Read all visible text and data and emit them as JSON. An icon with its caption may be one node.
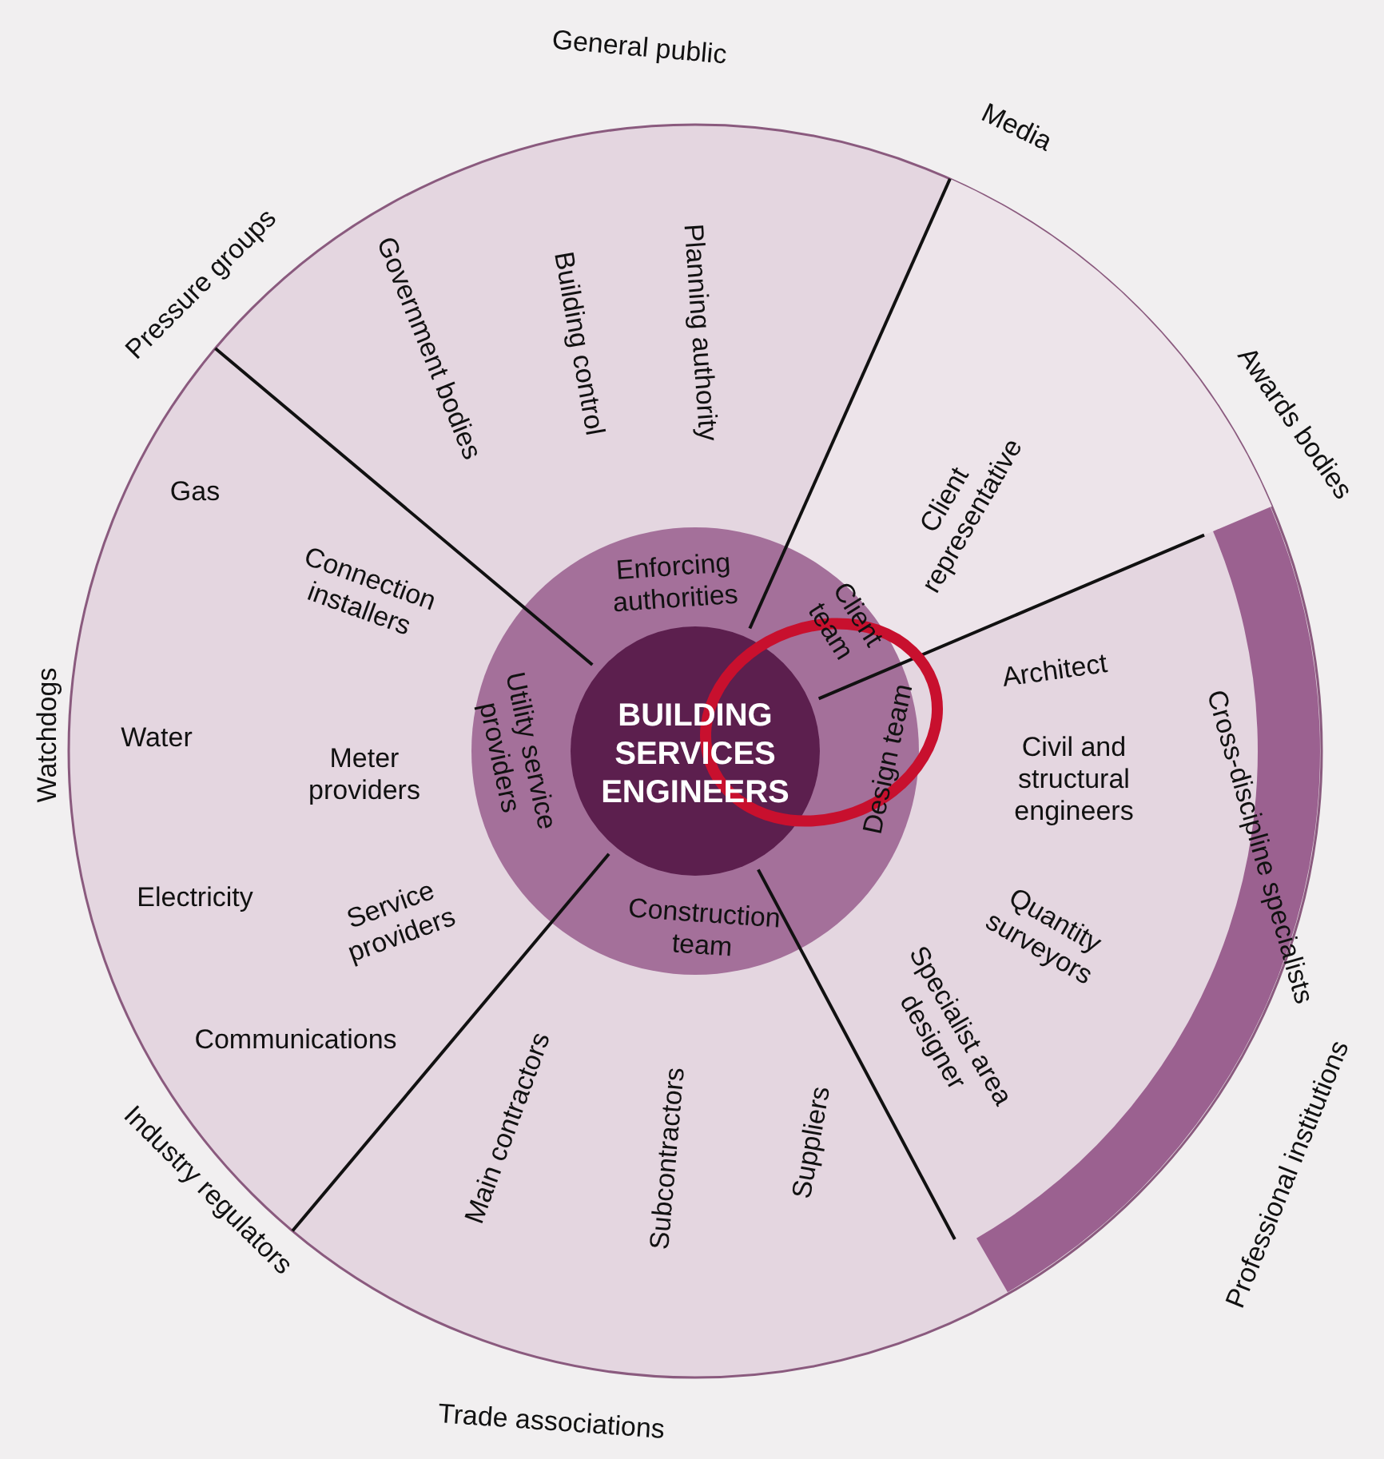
{
  "diagram": {
    "nodes": [
      {
        "text": [
          "BUILDING SERVICES ENGINEERS"
        ]
      },
      {
        "text": [
          "Enforcing authorities"
        ]
      },
      {
        "text": [
          "Client team"
        ]
      },
      {
        "text": [
          "Design team"
        ]
      },
      {
        "text": [
          "Construction team"
        ]
      },
      {
        "text": [
          "Utility service providers"
        ]
      },
      {
        "text": [
          "Cross-discipline specialists"
        ]
      }
    ],
    "labels": [
      "General public",
      "Media",
      "Pressure groups",
      "Government bodies",
      "Building control",
      "Planning authority",
      "Client representative",
      "Awards bodies",
      "Gas",
      "Connection installers",
      "Architect",
      "Watchdogs",
      "Water",
      "Meter providers",
      "Civil and structural engineers",
      "Electricity",
      "Service providers",
      "Quantity surveyors",
      "Communications",
      "Specialist area designer",
      "Main contractors",
      "Subcontractors",
      "Suppliers",
      "Professional institutions",
      "Industry regulators",
      "Trade associations"
    ]
  }
}
